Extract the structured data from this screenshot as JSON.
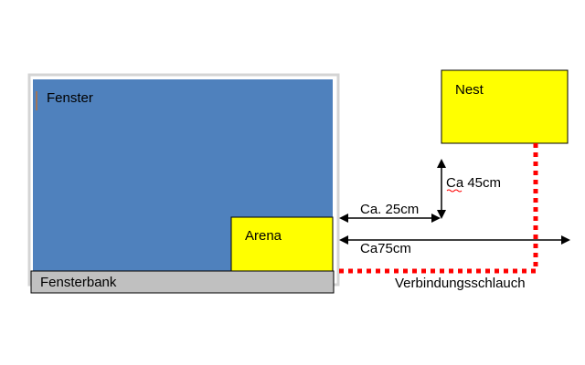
{
  "diagram": {
    "labels": {
      "window": "Fenster",
      "window_sill": "Fensterbank",
      "arena": "Arena",
      "nest": "Nest",
      "height_distance": "Ca 45cm",
      "short_distance": "Ca. 25cm",
      "long_distance": "Ca75cm",
      "tube": "Verbindungsschlauch"
    },
    "colors": {
      "window_fill": "#4f81bd",
      "window_frame": "#d4d4d4",
      "window_handle": "#a0755a",
      "sill_fill": "#c0c0c0",
      "box_fill": "#ffff00",
      "outline": "#000000",
      "tube": "#ff0000",
      "spellcheck_underline": "#ff0000"
    }
  }
}
